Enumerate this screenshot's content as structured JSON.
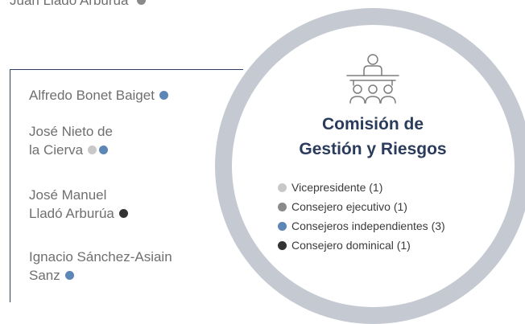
{
  "colors": {
    "vicepresidente": "#c8c8c8",
    "ejecutivo": "#8a8a8a",
    "independiente": "#5b86b5",
    "dominical": "#333333",
    "ring": "#c5c9d1",
    "bracket": "#2f3f5e",
    "title": "#2a3b5c"
  },
  "top_member": {
    "name": "Juan Lladó Arburúa",
    "dots": [
      "ejecutivo"
    ]
  },
  "members": [
    {
      "lines": [
        "Alfredo Bonet Baiget"
      ],
      "dots": [
        "independiente"
      ]
    },
    {
      "lines": [
        "José Nieto de",
        "la Cierva"
      ],
      "dots": [
        "vicepresidente",
        "independiente"
      ]
    },
    {
      "lines": [
        "José Manuel",
        "Lladó Arburúa"
      ],
      "dots": [
        "dominical"
      ]
    },
    {
      "lines": [
        "Ignacio Sánchez-Asiain",
        "Sanz"
      ],
      "dots": [
        "independiente"
      ]
    }
  ],
  "committee": {
    "icon": "meeting-table-icon",
    "title_line1": "Comisión de",
    "title_line2": "Gestión y Riesgos"
  },
  "legend": [
    {
      "key": "vicepresidente",
      "label": "Vicepresidente (1)"
    },
    {
      "key": "ejecutivo",
      "label": "Consejero ejecutivo (1)"
    },
    {
      "key": "independiente",
      "label": "Consejeros independientes (3)"
    },
    {
      "key": "dominical",
      "label": "Consejero dominical (1)"
    }
  ]
}
